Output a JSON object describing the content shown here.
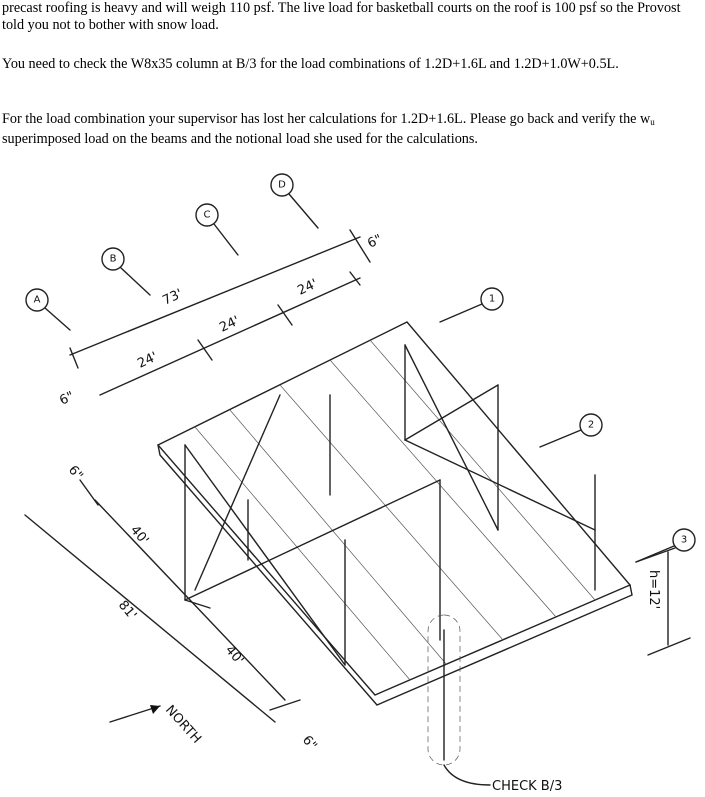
{
  "paragraphs": {
    "p1": "precast roofing is heavy and will weigh 110 psf.  The live load for basketball courts on the roof is 100 psf so the Provost told you not to bother with snow load.",
    "p2": "You need to check the W8x35 column at B/3 for the load combinations of 1.2D+1.6L and 1.2D+1.0W+0.5L.",
    "p3_before": "For the load combination your supervisor has lost her calculations for 1.2D+1.6L.  Please go back and verify the w",
    "p3_sub": "u",
    "p3_after": " superimposed load on the beams and the notional load she used for the calculations."
  },
  "sketch": {
    "grid_lines": {
      "a": "A",
      "b": "B",
      "c": "C",
      "d": "D",
      "n1": "1",
      "n2": "2",
      "n3": "3"
    },
    "dims": {
      "total_ew": "73'",
      "bay1": "24'",
      "bay2": "24'",
      "bay3": "24'",
      "overhang_w": "6\"",
      "overhang_e": "6\"",
      "total_ns": "81'",
      "bay_ns1": "40'",
      "bay_ns2": "40'",
      "overhang_n": "6\"",
      "overhang_s": "6\"",
      "height": "h=12'"
    },
    "north_label": "NORTH",
    "check_label": "CHECK B/3"
  }
}
